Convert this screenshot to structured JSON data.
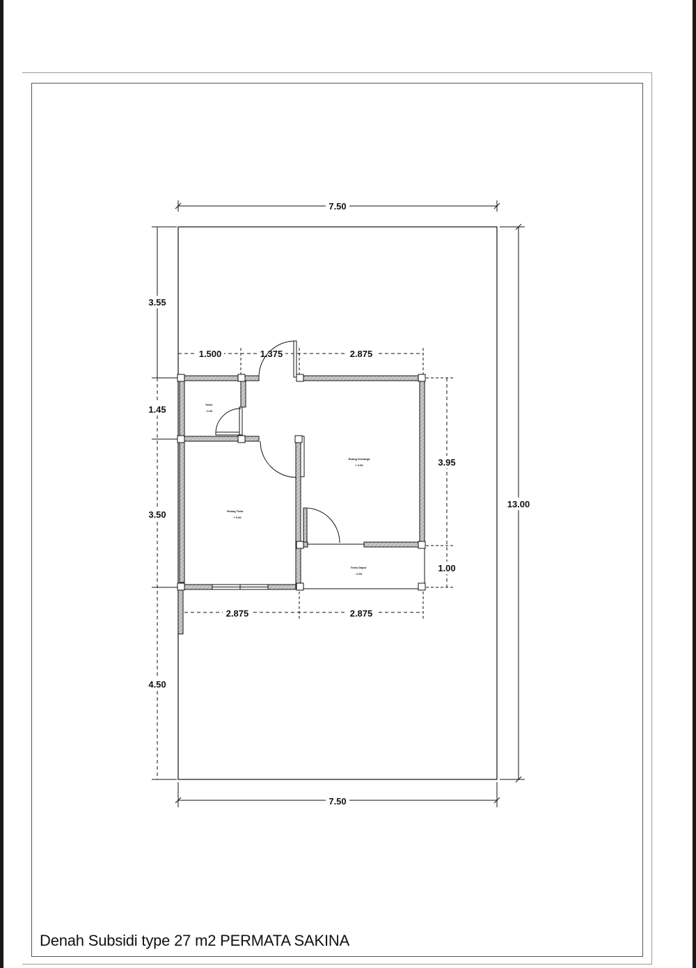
{
  "title_block": {
    "caption": "Denah Subsidi type 27 m2 PERMATA SAKINA"
  },
  "dimensions": {
    "top_width": "7.50",
    "bottom_width": "7.50",
    "right_total": "13.00",
    "left_front_setback": "3.55",
    "left_toilet": "1.45",
    "left_bedroom": "3.50",
    "left_rear_setback": "4.50",
    "top_segment_1": "1.500",
    "top_segment_2": "1.375",
    "top_segment_3": "2.875",
    "right_living": "3.95",
    "right_kitchen": "1.00",
    "bottom_segment_1": "2.875",
    "bottom_segment_2": "2.875"
  },
  "rooms": {
    "toilet_name": "Toilet",
    "toilet_level": "- 0.03",
    "living_name": "Ruang Keluarga",
    "living_level": "+ 0.00",
    "bedroom_name": "Ruang Tidur",
    "bedroom_level": "+ 0.00",
    "kitchen_name": "Teras Dapur",
    "kitchen_level": "- 0.03"
  },
  "colors": {
    "wall_fill": "#bdbdbd",
    "line": "#111111",
    "sheet_border": "#555555"
  }
}
